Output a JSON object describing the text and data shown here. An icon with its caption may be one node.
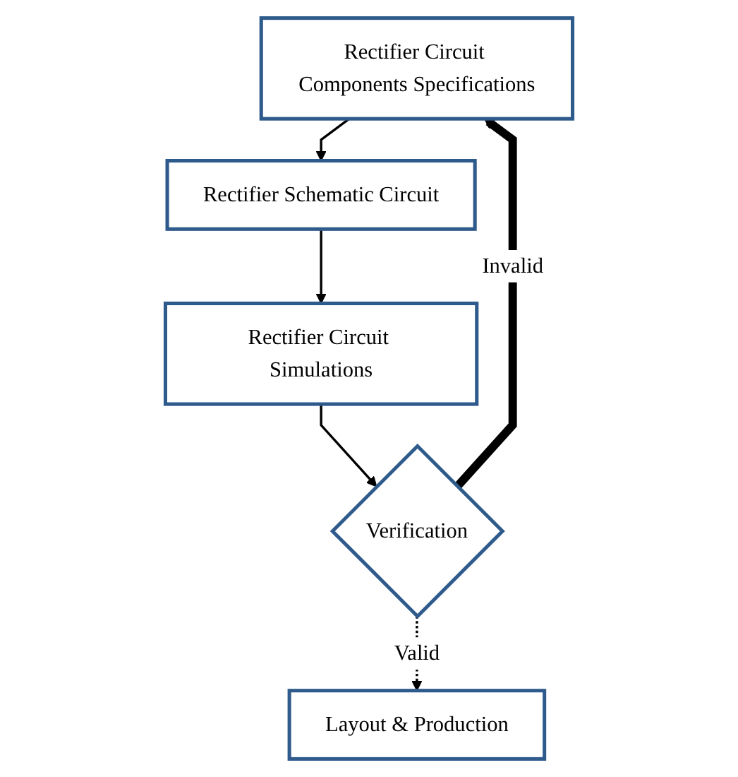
{
  "diagram": {
    "nodes": [
      {
        "text": [
          "Rectifier Circuit Components Specifications"
        ]
      },
      {
        "text": [
          "Rectifier Schematic Circuit"
        ]
      },
      {
        "text": [
          "Rectifier Circuit Simulations"
        ]
      },
      {
        "text": [
          "Verification"
        ]
      },
      {
        "text": [
          "Layout & Production"
        ]
      }
    ],
    "edges": [
      {
        "from": 0,
        "to": 1,
        "arrow": "to"
      },
      {
        "from": 1,
        "to": 2,
        "arrow": "to"
      },
      {
        "from": 2,
        "to": 3,
        "arrow": "to"
      },
      {
        "from": 3,
        "to": 4,
        "arrow": "to",
        "label": "Valid",
        "style": "dashed"
      },
      {
        "from": 3,
        "to": 0,
        "arrow": "to",
        "label": "Invalid",
        "style": "thick"
      }
    ]
  }
}
